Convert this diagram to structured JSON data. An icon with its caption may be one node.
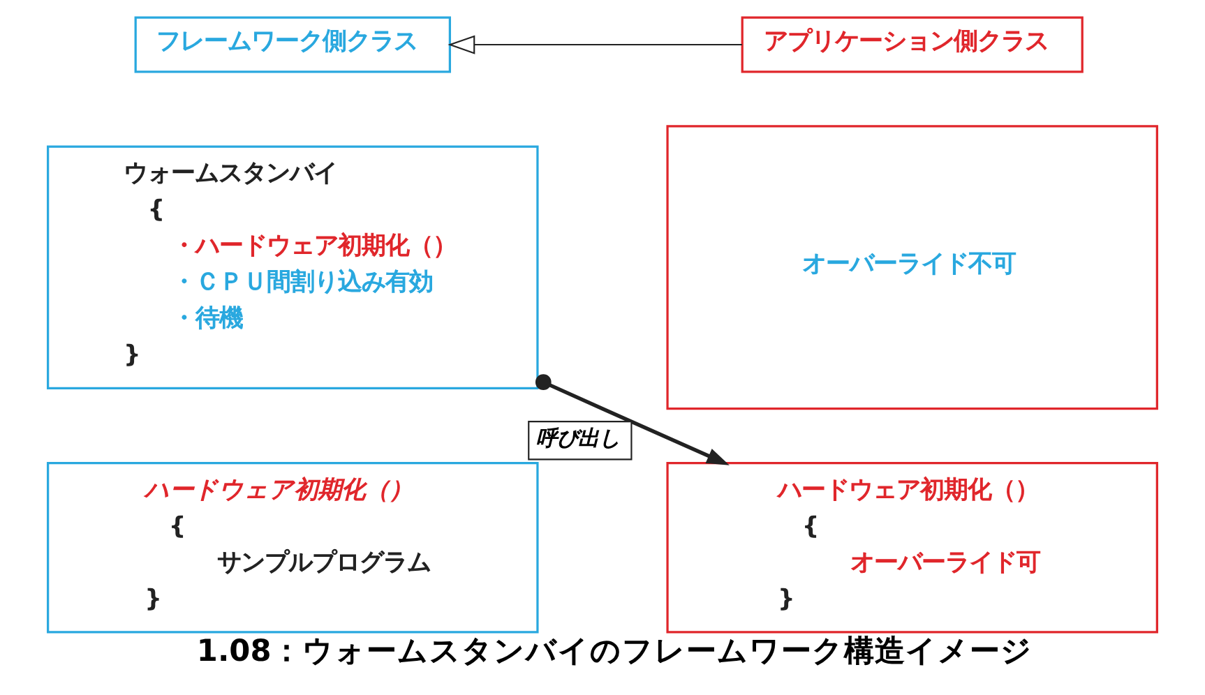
{
  "diagram": {
    "caption": "1.08：ウォームスタンバイのフレームワーク構造イメージ",
    "nodes": [
      {
        "text": [
          "フレームワーク側クラス"
        ]
      },
      {
        "text": [
          "アプリケーション側クラス"
        ]
      },
      {
        "text": [
          "ウォームスタンバイ",
          "{",
          "・ハードウェア初期化（）",
          "・ＣＰＵ間割り込み有効",
          "・待機",
          "}"
        ]
      },
      {
        "text": [
          "ハードウェア初期化（）",
          "{",
          "サンプルプログラム",
          "}"
        ]
      },
      {
        "text": [
          "オーバーライド不可"
        ]
      },
      {
        "text": [
          "ハードウェア初期化（）",
          "{",
          "オーバーライド可",
          "}"
        ]
      }
    ],
    "edges": [
      {
        "from": 1,
        "to": 0,
        "arrow": "to"
      },
      {
        "from": 2,
        "to": 5,
        "arrow": "to",
        "label": "呼び出し",
        "style": "thick"
      }
    ]
  }
}
